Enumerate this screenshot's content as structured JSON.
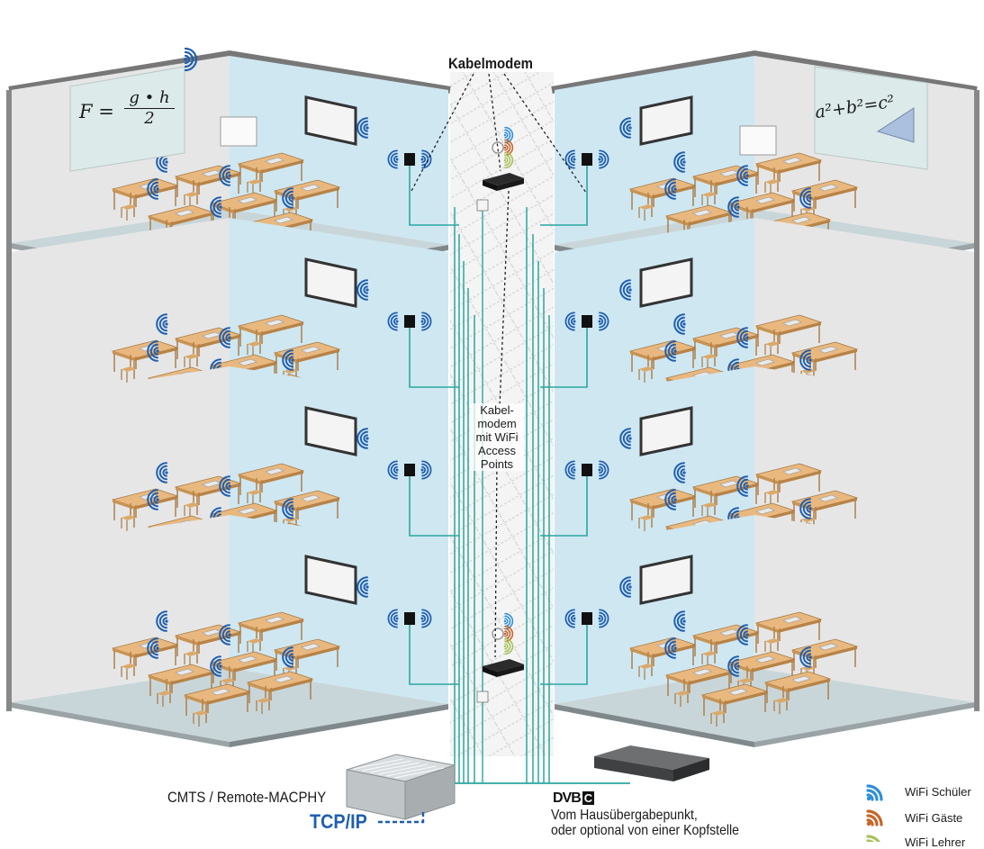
{
  "labels": {
    "kabelmodem": "Kabelmodem",
    "kabelmodem_wifi": [
      "Kabel-",
      "modem",
      "mit WiFi",
      "Access",
      "Points"
    ],
    "cmts": "CMTS / Remote-MACPHY",
    "tcpip": "TCP/IP",
    "dvb": "DVB",
    "dvb_c": "C",
    "source_line1": "Vom Hausübergabepunkt,",
    "source_line2": "oder optional von einer Kopfstelle"
  },
  "whiteboards": {
    "left_formula_lhs": "F =",
    "left_formula_num": "g • h",
    "left_formula_den": "2",
    "right_formula": "a²+b²=c²"
  },
  "legend": [
    {
      "label": "WiFi Schüler",
      "color": "#2f8fd6"
    },
    {
      "label": "WiFi Gäste",
      "color": "#c7652a"
    },
    {
      "label": "WiFi Lehrer",
      "color": "#a9c25a"
    }
  ],
  "colors": {
    "wall_back": "#cfe7f1",
    "wall_side": "#e6e6e6",
    "floor": "#c9d6d9",
    "slab": "#9aa3a6",
    "desk": "#e8b87f",
    "cable": "#2aa7a0",
    "wifi_blue": "#1f5fb0"
  }
}
